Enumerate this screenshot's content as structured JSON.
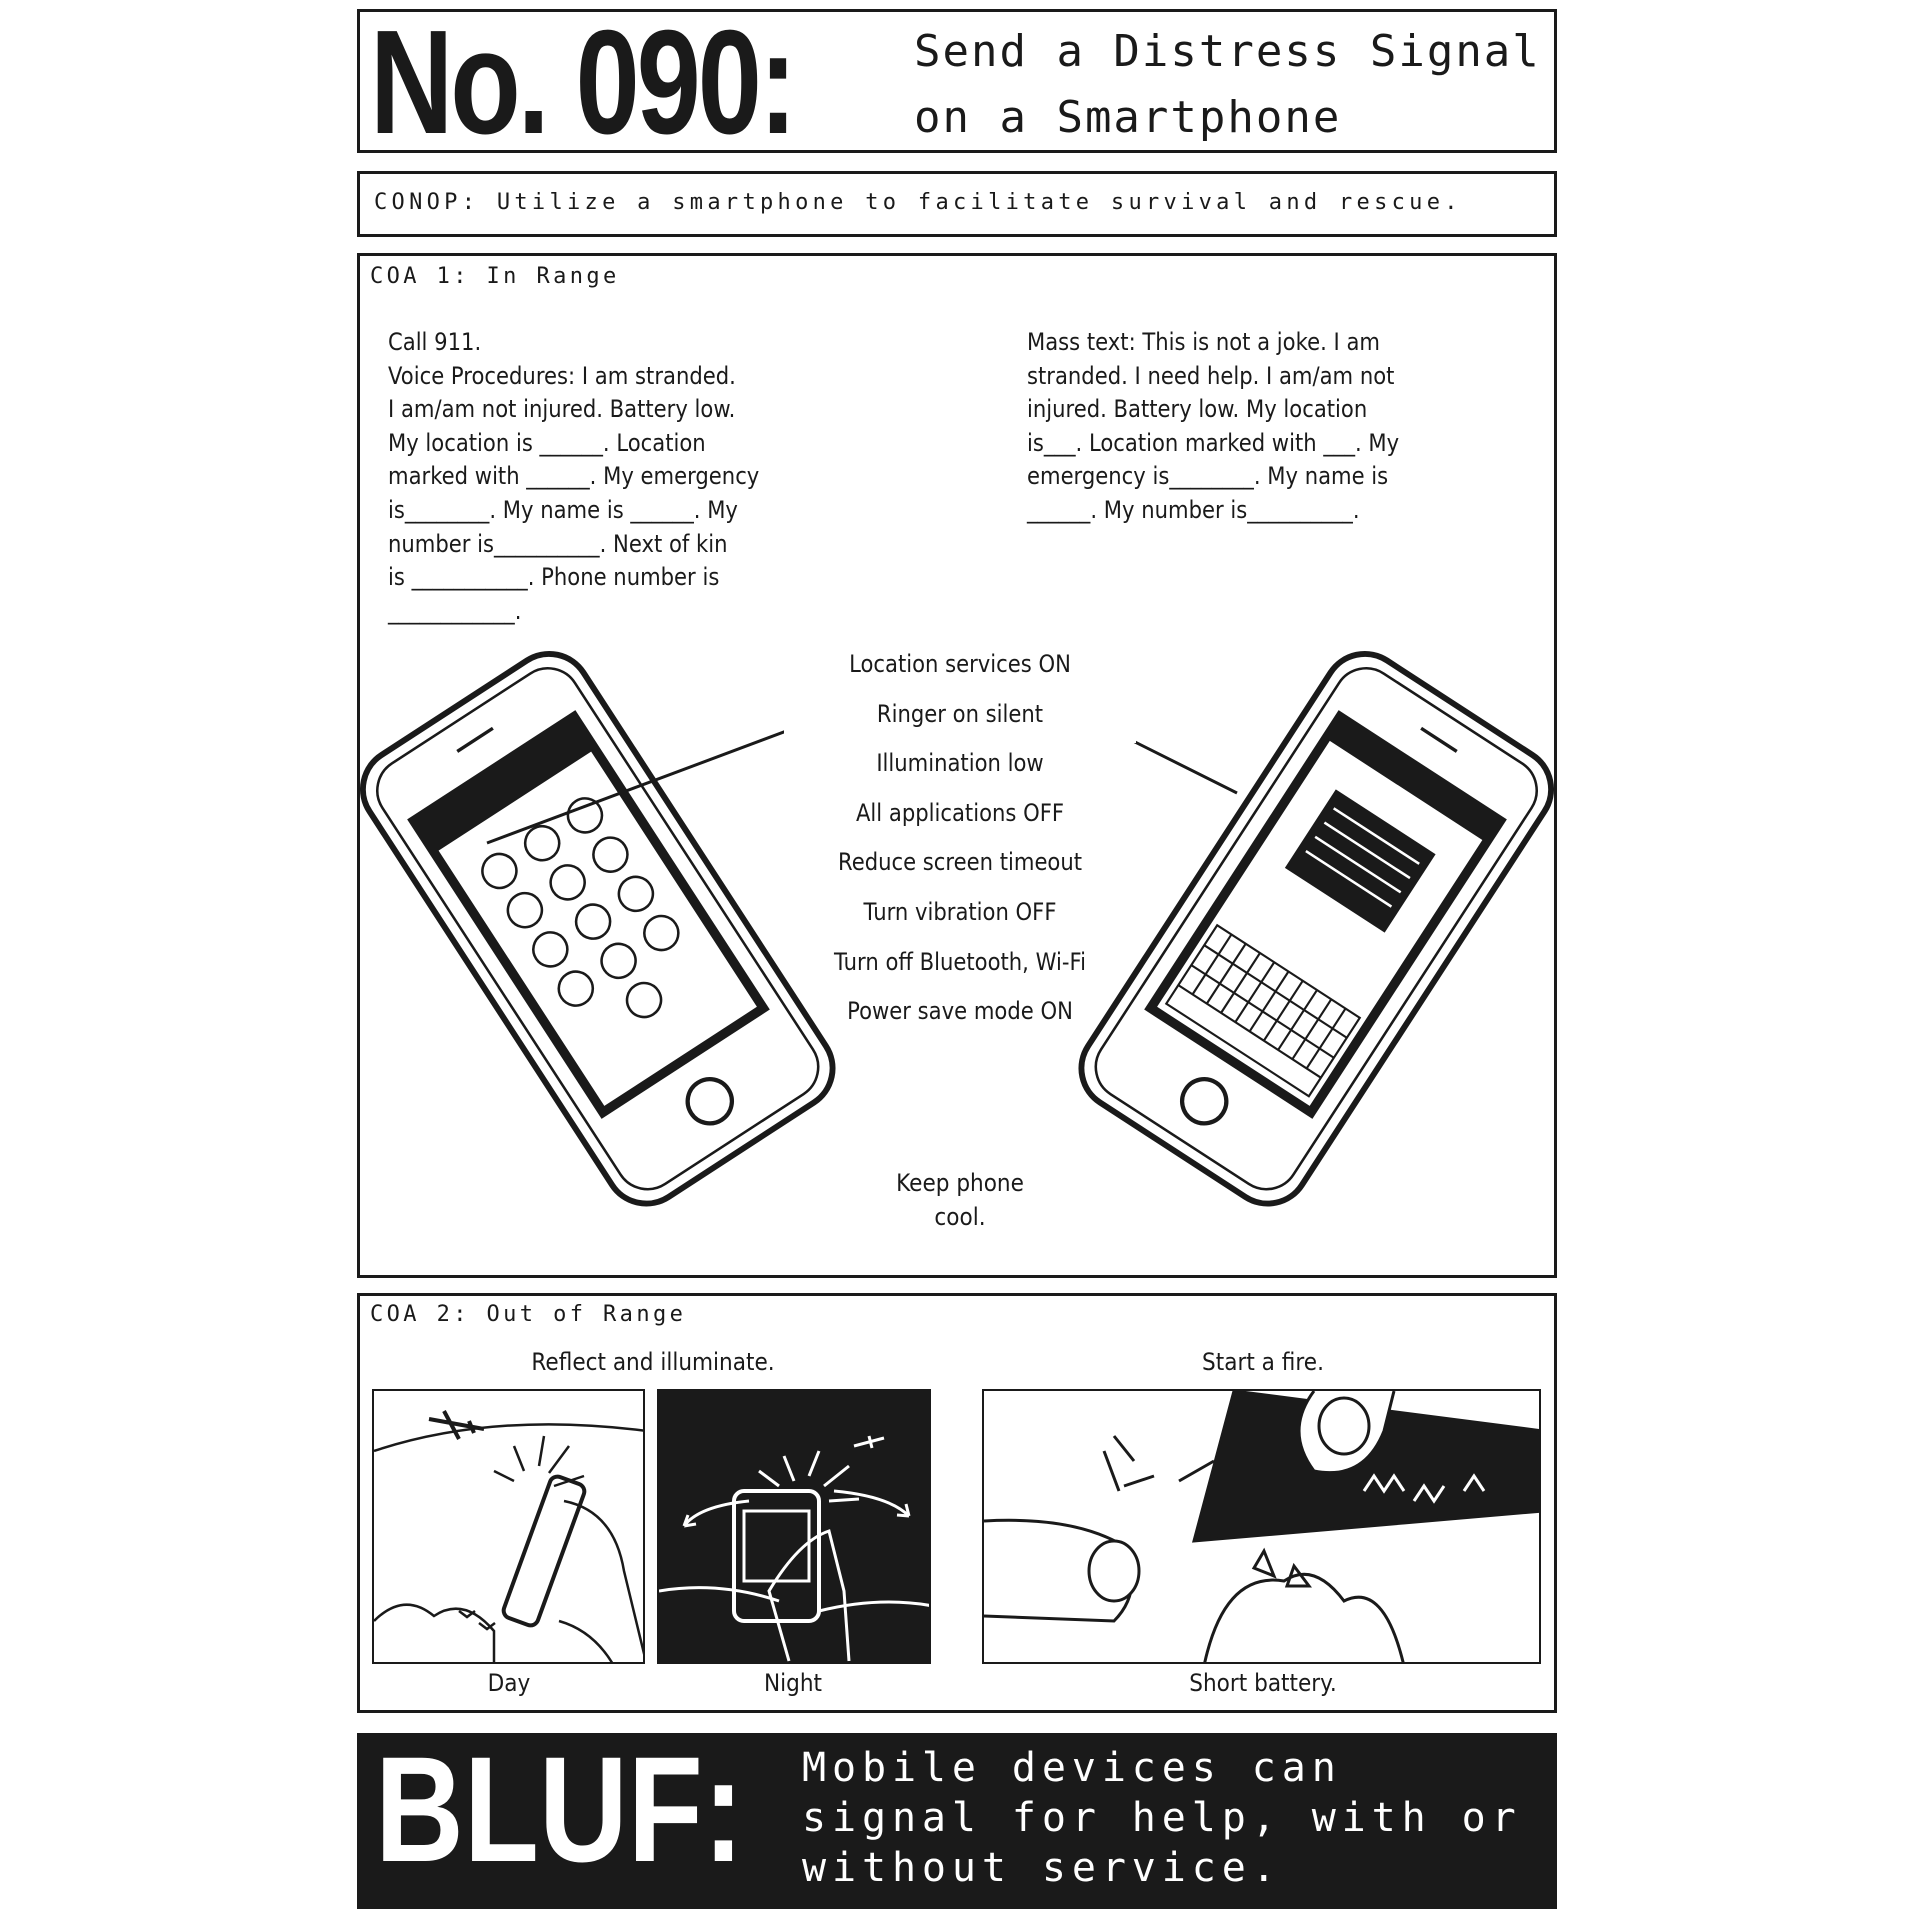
{
  "header": {
    "number": "No. 090:",
    "title_lines": [
      "Send a Distress Signal",
      "on a Smartphone"
    ]
  },
  "conop": "CONOP: Utilize a smartphone to facilitate survival and rescue.",
  "coa1": {
    "label": "COA 1: In Range",
    "left_text": [
      "Call 911.",
      "Voice Procedures: I am stranded.",
      "I am/am not injured. Battery low.",
      "My location is ______. Location",
      "marked with ______. My emergency",
      "is________. My name is ______. My",
      "number is__________. Next of kin",
      "is ___________. Phone number is",
      "____________."
    ],
    "right_text": [
      "Mass text: This is not a joke. I am",
      "stranded. I need help. I am/am not",
      "injured. Battery low. My location",
      "is___. Location marked with ___. My",
      "emergency is________. My name is",
      "______. My number is__________."
    ],
    "settings": [
      "Location services ON",
      "Ringer on silent",
      "Illumination low",
      "All applications OFF",
      "Reduce screen timeout",
      "Turn vibration OFF",
      "Turn off Bluetooth, Wi-Fi",
      "Power save mode ON"
    ],
    "keep_cool": [
      "Keep phone",
      "cool."
    ]
  },
  "coa2": {
    "label": "COA 2: Out of Range",
    "reflect_heading": "Reflect and illuminate.",
    "fire_heading": "Start a fire.",
    "captions": {
      "day": "Day",
      "night": "Night",
      "fire": "Short battery."
    }
  },
  "bluf": {
    "label": "BLUF:",
    "lines": [
      "Mobile devices can",
      "signal for help, with or",
      "without service."
    ]
  },
  "colors": {
    "ink": "#1a1a1a",
    "paper": "#ffffff"
  }
}
